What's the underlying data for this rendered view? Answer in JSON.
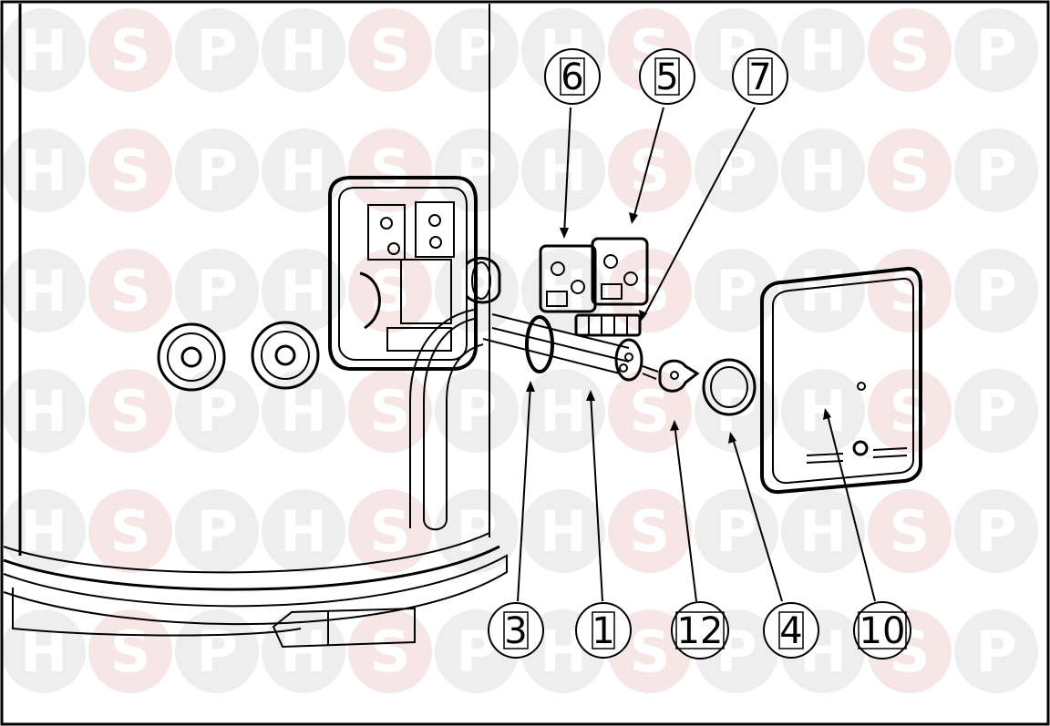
{
  "diagram": {
    "watermark": {
      "letters": [
        "H",
        "S",
        "P"
      ],
      "colors": {
        "H": "#e6e6e6",
        "S": "#f3dede",
        "P": "#e6e6e6"
      },
      "circle_colors": {
        "H": "#eeeeee",
        "S": "#f6e6e6",
        "P": "#eeeeee"
      }
    },
    "callouts": [
      {
        "id": "6",
        "label": "6"
      },
      {
        "id": "5",
        "label": "5"
      },
      {
        "id": "7",
        "label": "7"
      },
      {
        "id": "3",
        "label": "3"
      },
      {
        "id": "1",
        "label": "1"
      },
      {
        "id": "12",
        "label": "12"
      },
      {
        "id": "4",
        "label": "4"
      },
      {
        "id": "10",
        "label": "10"
      }
    ],
    "colors": {
      "line": "#000000",
      "background": "#ffffff"
    }
  }
}
